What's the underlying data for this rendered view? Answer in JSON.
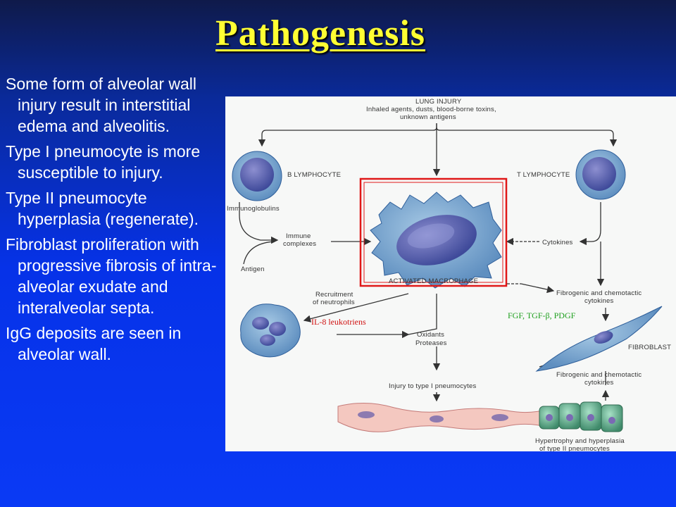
{
  "title": "Pathogenesis",
  "bullets": [
    "Some form of alveolar wall injury result in interstitial edema and alveolitis.",
    "Type I pneumocyte is more susceptible to injury.",
    "Type II pneumocyte hyperplasia (regenerate).",
    "Fibroblast proliferation with progressive fibrosis of intra-alveolar exudate and interalveolar septa.",
    "IgG deposits are seen in alveolar wall."
  ],
  "diagram": {
    "lung_injury": [
      "LUNG INJURY",
      "Inhaled agents, dusts, blood-borne toxins,",
      "unknown antigens"
    ],
    "b_lymphocyte": "B LYMPHOCYTE",
    "t_lymphocyte": "T LYMPHOCYTE",
    "immunoglobulins": "Immunoglobulins",
    "immune_complexes": [
      "Immune",
      "complexes"
    ],
    "antigen": "Antigen",
    "cytokines": "Cytokines",
    "activated_macrophage": "ACTIVATED MACROPHAGE",
    "recruitment": [
      "Recruitment",
      "of neutrophils"
    ],
    "il8": "IL-8  leukotriens",
    "fibrogenic_1": [
      "Fibrogenic and chemotactic",
      "cytokines"
    ],
    "growth_factors": "FGF, TGF-β, PDGF",
    "fibroblast": "FIBROBLAST",
    "oxidants": [
      "Oxidants",
      "Proteases"
    ],
    "fibrogenic_2": [
      "Fibrogenic and chemotactic",
      "cytokines"
    ],
    "injury_type1": "Injury to type I pneumocytes",
    "hypertrophy": [
      "Hypertrophy and hyperplasia",
      "of type II pneumocytes"
    ],
    "colors": {
      "highlight": "#e01818",
      "cell": "#5f8fc0",
      "nucleus": "#6b5aa8",
      "green_cell": "#4f9a7a"
    }
  }
}
